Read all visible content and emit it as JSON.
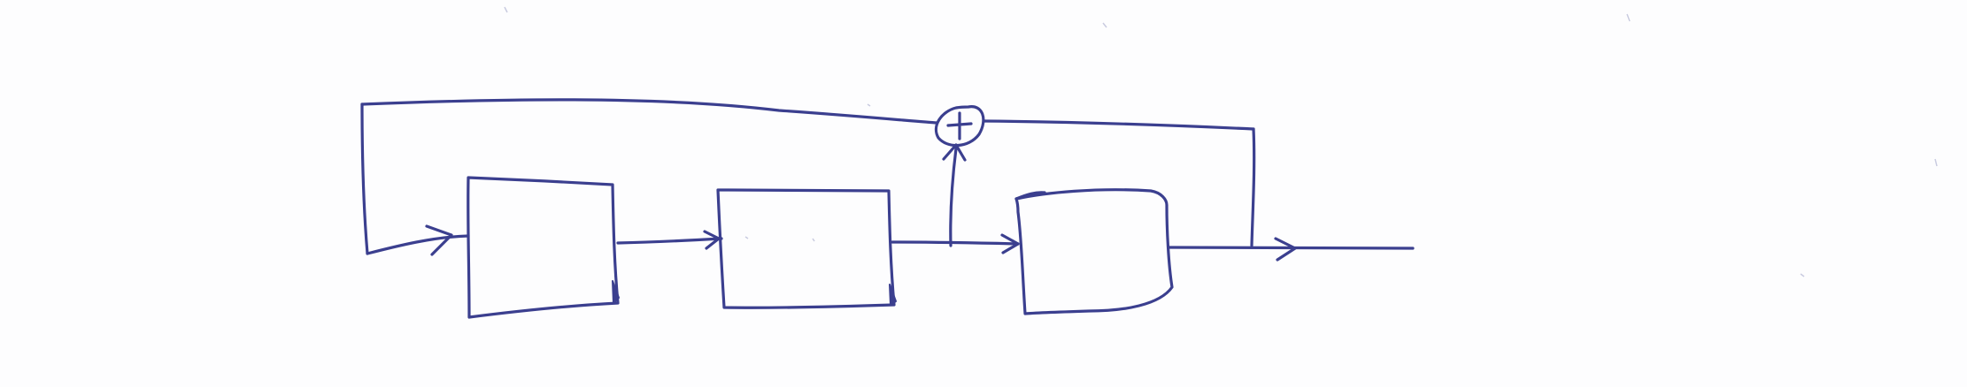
{
  "ink_color": "#3b3f8f",
  "paper_color": "#fdfdfe",
  "diagram": {
    "blocks": [
      {
        "id": "block-1",
        "label": ""
      },
      {
        "id": "block-2",
        "label": ""
      },
      {
        "id": "block-3",
        "label": ""
      }
    ],
    "summing_junction": {
      "symbol": "+"
    },
    "connections": [
      {
        "from": "input",
        "to": "block-1"
      },
      {
        "from": "block-1",
        "to": "block-2"
      },
      {
        "from": "block-2",
        "to": "block-3"
      },
      {
        "from": "block-2-output",
        "to": "summing-junction"
      },
      {
        "from": "block-3-output",
        "to": "output"
      },
      {
        "from": "output",
        "to": "input",
        "type": "feedback",
        "via": "summing-junction"
      }
    ]
  }
}
